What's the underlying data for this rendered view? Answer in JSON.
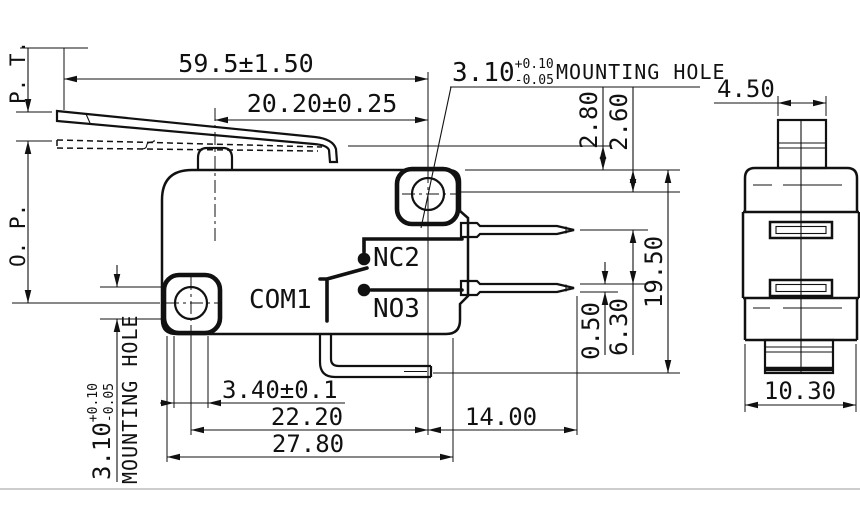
{
  "drawing": {
    "labels": {
      "pt": "P. T.",
      "op": "O. P.",
      "com1": "COM1",
      "nc2": "NC2",
      "no3": "NO3"
    },
    "top_hole_note": {
      "dia": "3.10",
      "tol_plus": "+0.10",
      "tol_minus": "-0.05",
      "label": "MOUNTING HOLE"
    },
    "left_hole_note": {
      "dia": "3.10",
      "tol_plus": "+0.10",
      "tol_minus": "-0.05",
      "label": "MOUNTING HOLE"
    },
    "dims": {
      "d59_5": "59.5±1.50",
      "d20_20": "20.20±0.25",
      "d2_80": "2.80",
      "d2_60": "2.60",
      "d19_50": "19.50",
      "d6_30": "6.30",
      "d0_50": "0.50",
      "d3_40": "3.40±0.1",
      "d22_20": "22.20",
      "d14_00": "14.00",
      "d27_80": "27.80",
      "d4_50": "4.50",
      "d10_30": "10.30"
    }
  }
}
